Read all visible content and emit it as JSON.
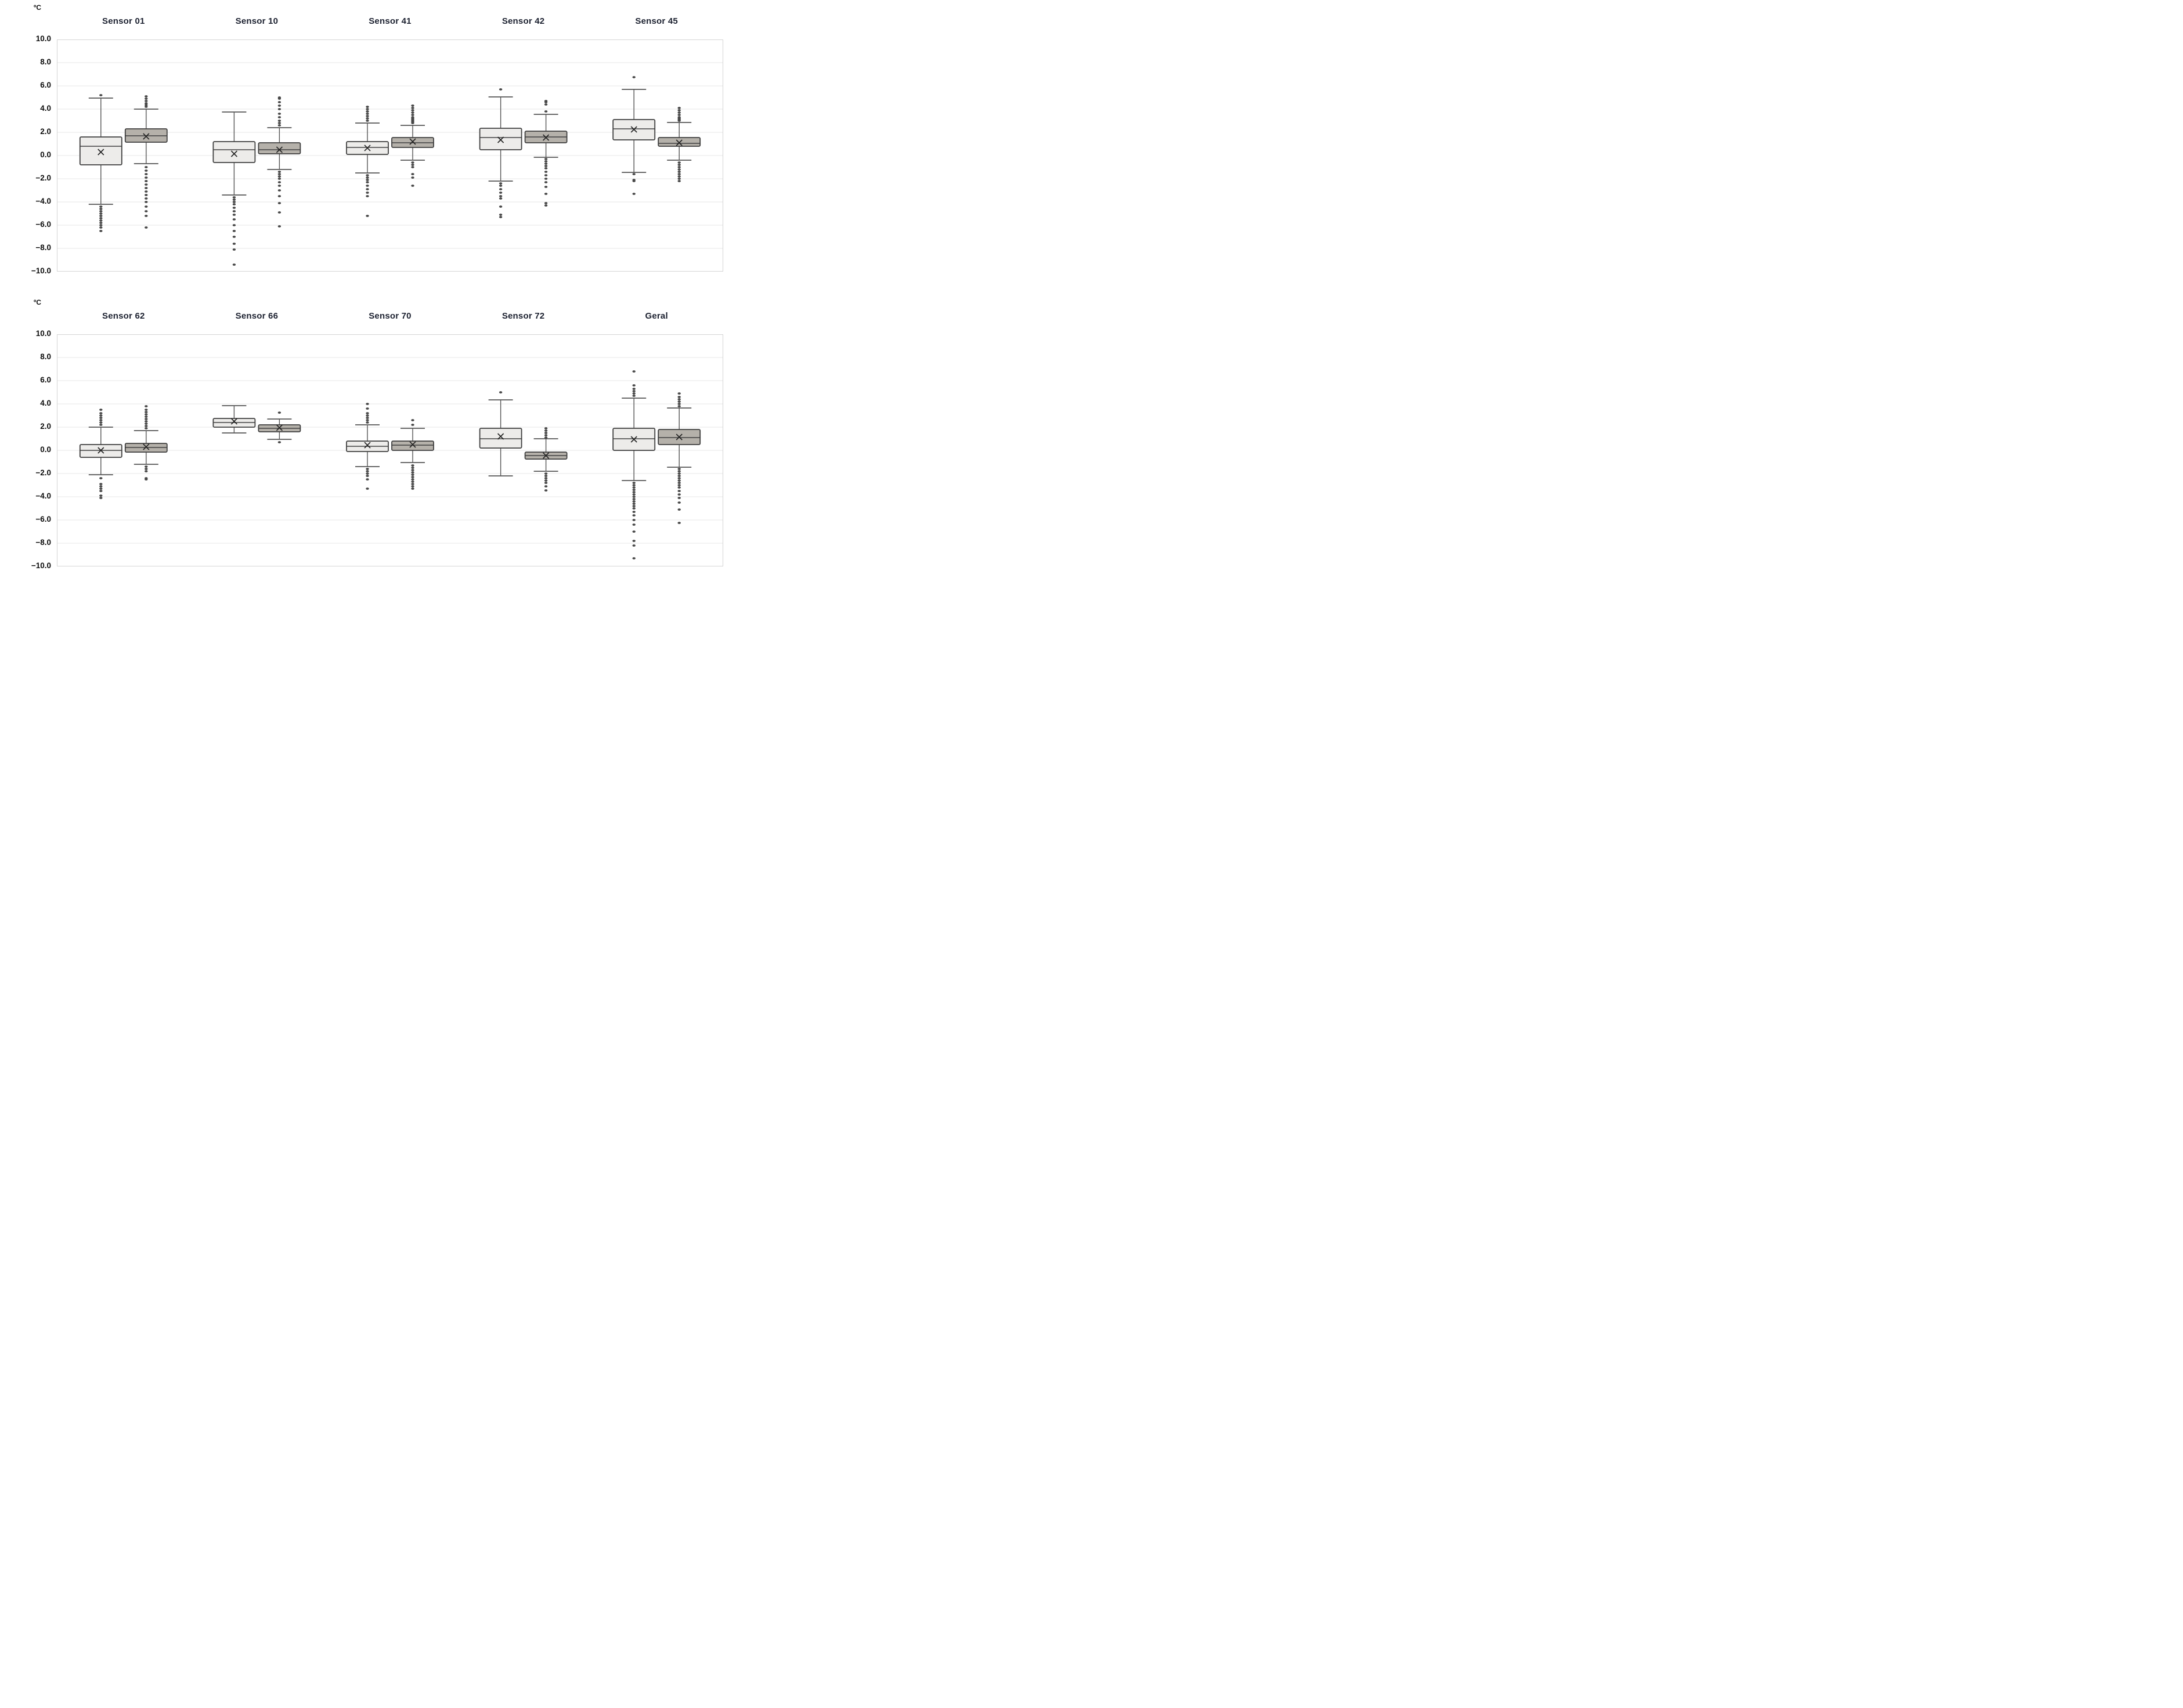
{
  "chart_data": {
    "type": "boxplot",
    "title": "",
    "unit_label": "ºC",
    "ylabel": "ºC",
    "axis": {
      "ymin": -10.0,
      "ymax": 10.0,
      "step": 2.0,
      "grid": true,
      "tick_labels": [
        "10.0",
        "8.0",
        "6.0",
        "4.0",
        "2.0",
        "0.0",
        "−2.0",
        "−4.0",
        "−6.0",
        "−8.0",
        "−10.0"
      ]
    },
    "colors": {
      "box_fill_light": "#edecea",
      "box_fill_dark": "#b5b1aa",
      "box_border": "#3f3f3f",
      "median_line": "#3f3f3f",
      "whisker": "#555555",
      "mean_marker": "#222222",
      "outlier": "#474747",
      "gridline": "#e7e7e7",
      "plot_border": "#d5d5d5",
      "title_text": "#1c2130",
      "axis_text": "#0c0c0c"
    },
    "series_style_note": "each panel shows two boxes: left=light fill, right=dark fill",
    "rows": [
      {
        "panels": [
          {
            "title": "Sensor 01",
            "boxes": [
              {
                "shade": "light",
                "whisker_low": -4.2,
                "q1": -0.8,
                "median": 0.8,
                "q3": 1.6,
                "whisker_high": 4.95,
                "mean": 0.3,
                "outliers_high": [
                  5.2
                ],
                "outliers_low": [
                  -4.4,
                  -4.6,
                  -4.8,
                  -5.0,
                  -5.2,
                  -5.4,
                  -5.6,
                  -5.8,
                  -6.0,
                  -6.2,
                  -6.5
                ]
              },
              {
                "shade": "dark",
                "whisker_low": -0.7,
                "q1": 1.15,
                "median": 1.7,
                "q3": 2.3,
                "whisker_high": 4.0,
                "mean": 1.65,
                "outliers_high": [
                  4.2,
                  4.35,
                  4.5,
                  4.7,
                  4.9,
                  5.1
                ],
                "outliers_low": [
                  -1.0,
                  -1.3,
                  -1.6,
                  -1.9,
                  -2.2,
                  -2.5,
                  -2.8,
                  -3.1,
                  -3.4,
                  -3.7,
                  -4.0,
                  -4.4,
                  -4.8,
                  -5.2,
                  -6.2
                ]
              }
            ]
          },
          {
            "title": "Sensor 10",
            "boxes": [
              {
                "shade": "light",
                "whisker_low": -3.4,
                "q1": -0.6,
                "median": 0.5,
                "q3": 1.2,
                "whisker_high": 3.75,
                "mean": 0.15,
                "outliers_high": [],
                "outliers_low": [
                  -3.6,
                  -3.8,
                  -4.0,
                  -4.2,
                  -4.5,
                  -4.8,
                  -5.1,
                  -5.5,
                  -6.0,
                  -6.5,
                  -7.0,
                  -7.6,
                  -8.1,
                  -9.4
                ]
              },
              {
                "shade": "dark",
                "whisker_low": -1.2,
                "q1": 0.15,
                "median": 0.5,
                "q3": 1.1,
                "whisker_high": 2.4,
                "mean": 0.5,
                "outliers_high": [
                  2.6,
                  2.8,
                  3.0,
                  3.3,
                  3.6,
                  4.0,
                  4.3,
                  4.6,
                  4.9,
                  5.0
                ],
                "outliers_low": [
                  -1.4,
                  -1.6,
                  -1.8,
                  -2.0,
                  -2.3,
                  -2.6,
                  -3.0,
                  -3.5,
                  -4.1,
                  -4.9,
                  -6.1
                ]
              }
            ]
          },
          {
            "title": "Sensor 41",
            "boxes": [
              {
                "shade": "light",
                "whisker_low": -1.5,
                "q1": 0.1,
                "median": 0.7,
                "q3": 1.2,
                "whisker_high": 2.8,
                "mean": 0.65,
                "outliers_high": [
                  3.0,
                  3.2,
                  3.4,
                  3.6,
                  3.8,
                  4.0,
                  4.2
                ],
                "outliers_low": [
                  -1.7,
                  -1.9,
                  -2.1,
                  -2.3,
                  -2.6,
                  -2.9,
                  -3.2,
                  -3.5,
                  -5.2
                ]
              },
              {
                "shade": "dark",
                "whisker_low": -0.4,
                "q1": 0.7,
                "median": 1.1,
                "q3": 1.55,
                "whisker_high": 2.6,
                "mean": 1.2,
                "outliers_high": [
                  2.8,
                  2.9,
                  3.0,
                  3.1,
                  3.2,
                  3.3,
                  3.5,
                  3.7,
                  3.9,
                  4.1,
                  4.3
                ],
                "outliers_low": [
                  -0.6,
                  -0.8,
                  -1.0,
                  -1.6,
                  -1.9,
                  -2.6
                ]
              }
            ]
          },
          {
            "title": "Sensor 42",
            "boxes": [
              {
                "shade": "light",
                "whisker_low": -2.2,
                "q1": 0.5,
                "median": 1.55,
                "q3": 2.35,
                "whisker_high": 5.05,
                "mean": 1.35,
                "outliers_high": [
                  5.7
                ],
                "outliers_low": [
                  -2.4,
                  -2.6,
                  -2.9,
                  -3.2,
                  -3.5,
                  -3.7,
                  -4.4,
                  -5.1,
                  -5.3
                ]
              },
              {
                "shade": "dark",
                "whisker_low": -0.15,
                "q1": 1.1,
                "median": 1.6,
                "q3": 2.1,
                "whisker_high": 3.55,
                "mean": 1.55,
                "outliers_high": [
                  3.8,
                  4.4,
                  4.6,
                  4.7
                ],
                "outliers_low": [
                  -0.3,
                  -0.5,
                  -0.7,
                  -0.9,
                  -1.1,
                  -1.4,
                  -1.7,
                  -2.0,
                  -2.3,
                  -2.7,
                  -3.3,
                  -4.1,
                  -4.3
                ]
              }
            ]
          },
          {
            "title": "Sensor 45",
            "boxes": [
              {
                "shade": "light",
                "whisker_low": -1.45,
                "q1": 1.35,
                "median": 2.3,
                "q3": 3.1,
                "whisker_high": 5.7,
                "mean": 2.25,
                "outliers_high": [
                  6.75
                ],
                "outliers_low": [
                  -1.6,
                  -2.1,
                  -2.2,
                  -3.3
                ]
              },
              {
                "shade": "dark",
                "whisker_low": -0.4,
                "q1": 0.8,
                "median": 1.05,
                "q3": 1.55,
                "whisker_high": 2.85,
                "mean": 1.1,
                "outliers_high": [
                  3.0,
                  3.1,
                  3.2,
                  3.3,
                  3.5,
                  3.7,
                  3.9,
                  4.1
                ],
                "outliers_low": [
                  -0.6,
                  -0.8,
                  -1.0,
                  -1.2,
                  -1.4,
                  -1.6,
                  -1.8,
                  -2.0,
                  -2.2
                ]
              }
            ]
          }
        ]
      },
      {
        "panels": [
          {
            "title": "Sensor 62",
            "boxes": [
              {
                "shade": "light",
                "whisker_low": -2.1,
                "q1": -0.6,
                "median": 0.0,
                "q3": 0.5,
                "whisker_high": 2.0,
                "mean": 0.0,
                "outliers_high": [
                  2.2,
                  2.4,
                  2.6,
                  2.8,
                  3.0,
                  3.2,
                  3.5
                ],
                "outliers_low": [
                  -2.4,
                  -2.9,
                  -3.1,
                  -3.3,
                  -3.5,
                  -3.9,
                  -4.1
                ]
              },
              {
                "shade": "dark",
                "whisker_low": -1.2,
                "q1": -0.15,
                "median": 0.25,
                "q3": 0.6,
                "whisker_high": 1.7,
                "mean": 0.3,
                "outliers_high": [
                  1.9,
                  2.1,
                  2.3,
                  2.5,
                  2.7,
                  2.9,
                  3.1,
                  3.3,
                  3.5,
                  3.8
                ],
                "outliers_low": [
                  -1.4,
                  -1.6,
                  -1.8,
                  -2.4,
                  -2.5
                ]
              }
            ]
          },
          {
            "title": "Sensor 66",
            "boxes": [
              {
                "shade": "light",
                "whisker_low": 1.5,
                "q1": 2.0,
                "median": 2.4,
                "q3": 2.75,
                "whisker_high": 3.85,
                "mean": 2.5,
                "outliers_high": [],
                "outliers_low": []
              },
              {
                "shade": "dark",
                "whisker_low": 0.95,
                "q1": 1.6,
                "median": 1.9,
                "q3": 2.2,
                "whisker_high": 2.7,
                "mean": 1.95,
                "outliers_high": [
                  3.25
                ],
                "outliers_low": [
                  0.7
                ]
              }
            ]
          },
          {
            "title": "Sensor 70",
            "boxes": [
              {
                "shade": "light",
                "whisker_low": -1.4,
                "q1": -0.1,
                "median": 0.35,
                "q3": 0.8,
                "whisker_high": 2.2,
                "mean": 0.45,
                "outliers_high": [
                  2.4,
                  2.6,
                  2.8,
                  3.0,
                  3.2,
                  3.6,
                  4.0
                ],
                "outliers_low": [
                  -1.6,
                  -1.8,
                  -2.0,
                  -2.2,
                  -2.5,
                  -3.3
                ]
              },
              {
                "shade": "dark",
                "whisker_low": -1.05,
                "q1": 0.0,
                "median": 0.45,
                "q3": 0.8,
                "whisker_high": 1.9,
                "mean": 0.5,
                "outliers_high": [
                  2.2,
                  2.6
                ],
                "outliers_low": [
                  -1.3,
                  -1.5,
                  -1.7,
                  -1.9,
                  -2.1,
                  -2.3,
                  -2.5,
                  -2.7,
                  -2.9,
                  -3.1,
                  -3.3
                ]
              }
            ]
          },
          {
            "title": "Sensor 72",
            "boxes": [
              {
                "shade": "light",
                "whisker_low": -2.2,
                "q1": 0.2,
                "median": 1.0,
                "q3": 1.9,
                "whisker_high": 4.35,
                "mean": 1.2,
                "outliers_high": [
                  5.0
                ],
                "outliers_low": []
              },
              {
                "shade": "dark",
                "whisker_low": -1.8,
                "q1": -0.75,
                "median": -0.45,
                "q3": -0.15,
                "whisker_high": 1.0,
                "mean": -0.45,
                "outliers_high": [
                  1.1,
                  1.3,
                  1.5,
                  1.7,
                  1.9
                ],
                "outliers_low": [
                  -2.0,
                  -2.2,
                  -2.4,
                  -2.6,
                  -2.8,
                  -3.1,
                  -3.45
                ]
              }
            ]
          },
          {
            "title": "Geral",
            "boxes": [
              {
                "shade": "light",
                "whisker_low": -2.6,
                "q1": 0.0,
                "median": 1.0,
                "q3": 1.9,
                "whisker_high": 4.5,
                "mean": 0.95,
                "outliers_high": [
                  4.7,
                  4.9,
                  5.1,
                  5.3,
                  5.6,
                  6.8
                ],
                "outliers_low": [
                  -2.8,
                  -3.0,
                  -3.2,
                  -3.4,
                  -3.6,
                  -3.8,
                  -4.0,
                  -4.2,
                  -4.4,
                  -4.6,
                  -4.8,
                  -5.0,
                  -5.3,
                  -5.6,
                  -6.0,
                  -6.4,
                  -7.0,
                  -7.8,
                  -8.2,
                  -9.3
                ]
              },
              {
                "shade": "dark",
                "whisker_low": -1.45,
                "q1": 0.5,
                "median": 1.1,
                "q3": 1.8,
                "whisker_high": 3.65,
                "mean": 1.15,
                "outliers_high": [
                  3.8,
                  4.0,
                  4.2,
                  4.4,
                  4.6,
                  4.9
                ],
                "outliers_low": [
                  -1.6,
                  -1.8,
                  -2.0,
                  -2.2,
                  -2.4,
                  -2.6,
                  -2.8,
                  -3.0,
                  -3.2,
                  -3.5,
                  -3.8,
                  -4.1,
                  -4.5,
                  -5.1,
                  -6.25
                ]
              }
            ]
          }
        ]
      }
    ]
  }
}
